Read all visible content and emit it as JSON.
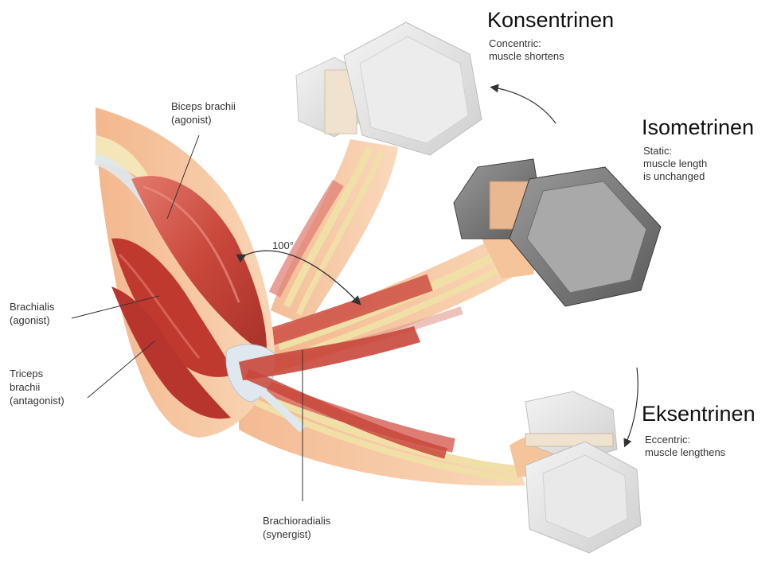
{
  "labels": {
    "biceps": [
      "Biceps brachii",
      "(agonist)"
    ],
    "brachialis": [
      "Brachialis",
      "(agonist)"
    ],
    "triceps": [
      "Triceps",
      "brachii",
      "(antagonist)"
    ],
    "brachioradialis": [
      "Brachioradialis",
      "(synergist)"
    ],
    "angle": "100°"
  },
  "phases": {
    "concentric": {
      "title": "Konsentrinen",
      "desc": [
        "Concentric:",
        "muscle shortens"
      ]
    },
    "isometric": {
      "title": "Isometrinen",
      "desc": [
        "Static:",
        "muscle length",
        "is unchanged"
      ]
    },
    "eccentric": {
      "title": "Eksentrinen",
      "desc": [
        "Eccentric:",
        "muscle lengthens"
      ]
    }
  },
  "colors": {
    "skin": "#f6c49a",
    "bone": "#f4e6b8",
    "muscle": "#c9473b",
    "tendon": "#dfe8ee",
    "weight_light": "#e4e4e4",
    "weight_dark": "#777777"
  }
}
